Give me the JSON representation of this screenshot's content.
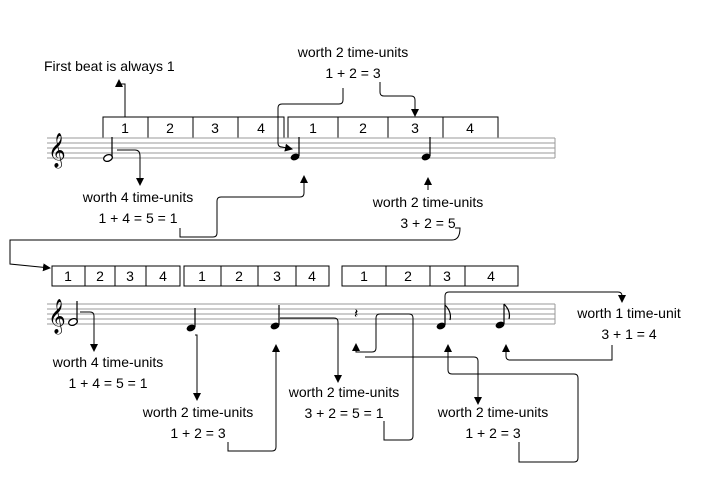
{
  "beat_cells": {
    "row1": [
      "1",
      "2",
      "3",
      "4",
      "1",
      "2",
      "3",
      "4"
    ],
    "row2": [
      "1",
      "2",
      "3",
      "4",
      "1",
      "2",
      "3",
      "4",
      "1",
      "2",
      "3",
      "4"
    ]
  },
  "annotations": {
    "first_beat": "First beat is always 1",
    "a1_title": "worth 2 time-units",
    "a1_calc": "1 + 2 = 3",
    "a2_title": "worth 4 time-units",
    "a2_calc": "1 + 4 = 5 = 1",
    "a3_title": "worth 2 time-units",
    "a3_calc": "3 + 2 = 5",
    "b1_title": "worth 4 time-units",
    "b1_calc": "1 + 4 = 5 = 1",
    "b2_title": "worth 2 time-units",
    "b2_calc": "1 + 2 = 3",
    "b3_title": "worth 2 time-units",
    "b3_calc": "3 + 2 = 5 = 1",
    "b4_title": "worth 2 time-units",
    "b4_calc": "1 + 2 = 3",
    "b5_title": "worth 1 time-unit",
    "b5_calc": "3 + 1 = 4"
  },
  "symbols": {
    "clef": "treble-clef-icon",
    "notes": [
      "half-note",
      "quarter-note",
      "quarter-note",
      "half-note",
      "quarter-note",
      "quarter-note",
      "quarter-rest",
      "eighth-note",
      "eighth-note"
    ]
  }
}
